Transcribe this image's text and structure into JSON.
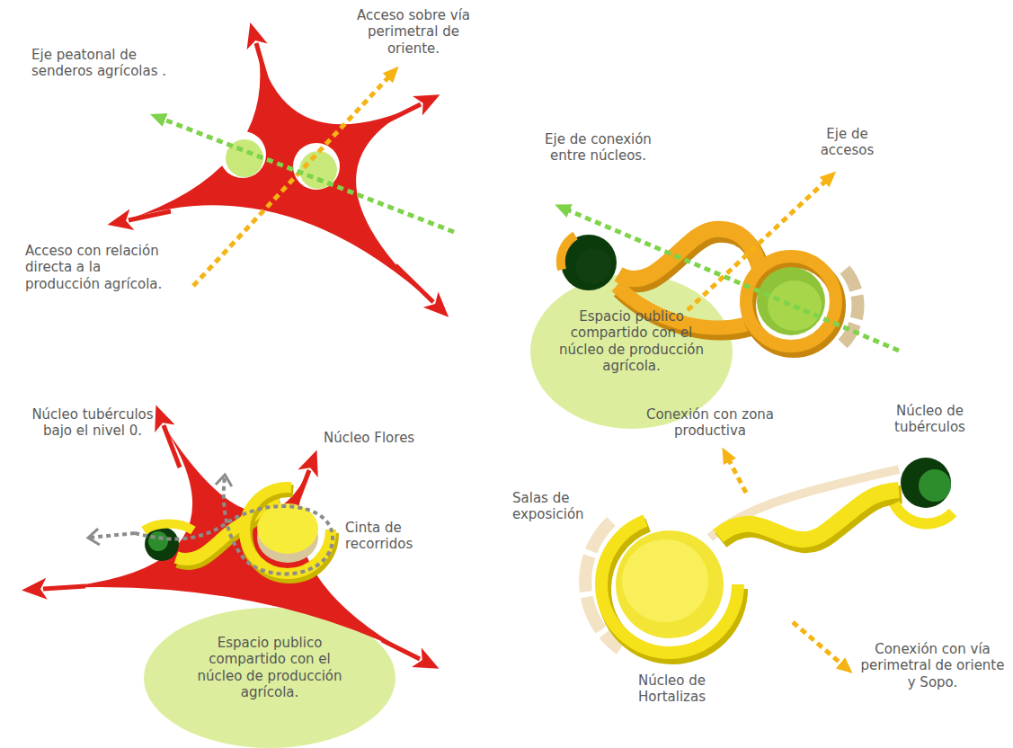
{
  "diagram": {
    "nodes": [
      {
        "text": [
          "Espacio publico compartido con el núcleo de producción agrícola."
        ]
      },
      {
        "text": [
          "Espacio publico compartido con el núcleo de producción agrícola."
        ]
      }
    ],
    "labels": [
      "Acceso sobre vía perimetral de oriente.",
      "Eje peatonal de senderos agrícolas .",
      "Acceso con relación directa a la producción agrícola.",
      "Eje de conexión entre núcleos.",
      "Eje de accesos",
      "Núcleo tubérculos bajo el nivel 0.",
      "Núcleo Flores",
      "Cinta de recorridos",
      "Núcleo de tubérculos",
      "Conexión con zona productiva",
      "Salas de exposición",
      "Núcleo de Hortalizas",
      "Conexión con vía perimetral de oriente y Sopo."
    ]
  }
}
